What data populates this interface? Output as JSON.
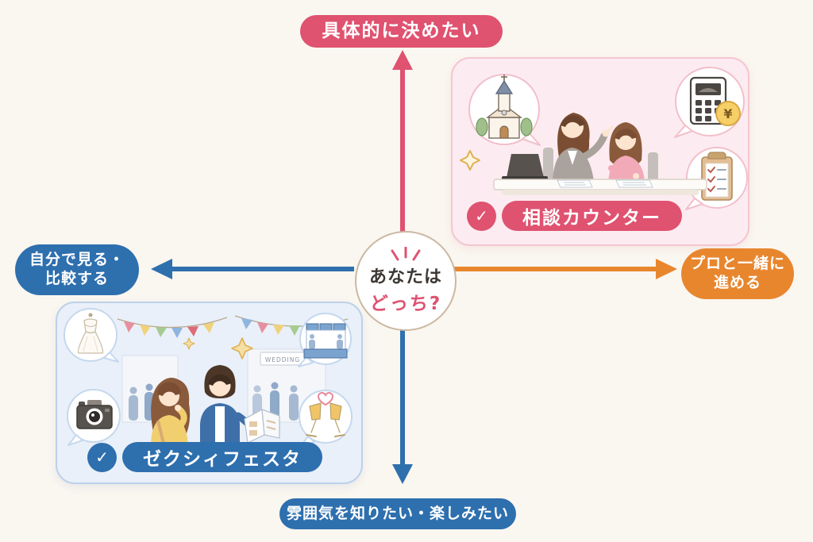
{
  "page": {
    "background": "#faf6f0"
  },
  "center": {
    "line1": "あなたは",
    "line2": "どっち?",
    "line1_color": "#3c3733",
    "line2_color": "#df5270"
  },
  "branches": {
    "top": {
      "label": "具体的に決めたい",
      "color": "#df5270"
    },
    "left": {
      "line1": "自分で見る・",
      "line2": "比較する",
      "color": "#2e6fae"
    },
    "right": {
      "line1": "プロと一緒に",
      "line2": "進める",
      "color": "#e8862e"
    },
    "bottom": {
      "label": "雰囲気を知りたい・楽しみたい",
      "color": "#2e6fae"
    }
  },
  "cards": {
    "consult": {
      "badge_label": "相談カウンター",
      "check": "✓",
      "yen": "¥",
      "accent": "#df5270",
      "bg": "#fcecf1",
      "border": "#f4c6d2",
      "icons": [
        "church-icon",
        "calculator-yen-icon",
        "checklist-icon",
        "sparkle-icon"
      ]
    },
    "festa": {
      "badge_label": "ゼクシィフェスタ",
      "check": "✓",
      "sign": "WEDDING",
      "accent": "#2e6fae",
      "bg": "#e9f0f9",
      "border": "#bdd1ea",
      "icons": [
        "wedding-dress-icon",
        "camera-icon",
        "expo-booth-icon",
        "champagne-toast-icon",
        "sparkle-icon"
      ]
    }
  }
}
